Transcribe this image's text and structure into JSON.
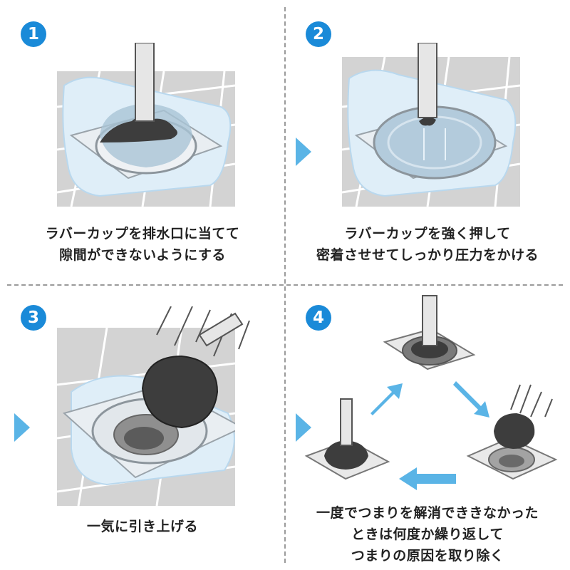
{
  "steps": [
    {
      "number": "1",
      "lines": [
        "ラバーカップを排水口に当てて",
        "隙間ができないようにする"
      ]
    },
    {
      "number": "2",
      "lines": [
        "ラバーカップを強く押して",
        "密着させせてしっかり圧力をかける"
      ]
    },
    {
      "number": "3",
      "lines": [
        "一気に引き上げる"
      ]
    },
    {
      "number": "4",
      "lines": [
        "一度でつまりを解消でききなかった",
        "ときは何度か繰り返して",
        "つまりの原因を取り除く"
      ]
    }
  ],
  "colors": {
    "badge": "#1a8ad8",
    "arrow": "#5ab4e6",
    "tile": "#c9c9c9",
    "plunger": "#3d3d3d",
    "water": "#c8e2f3"
  }
}
